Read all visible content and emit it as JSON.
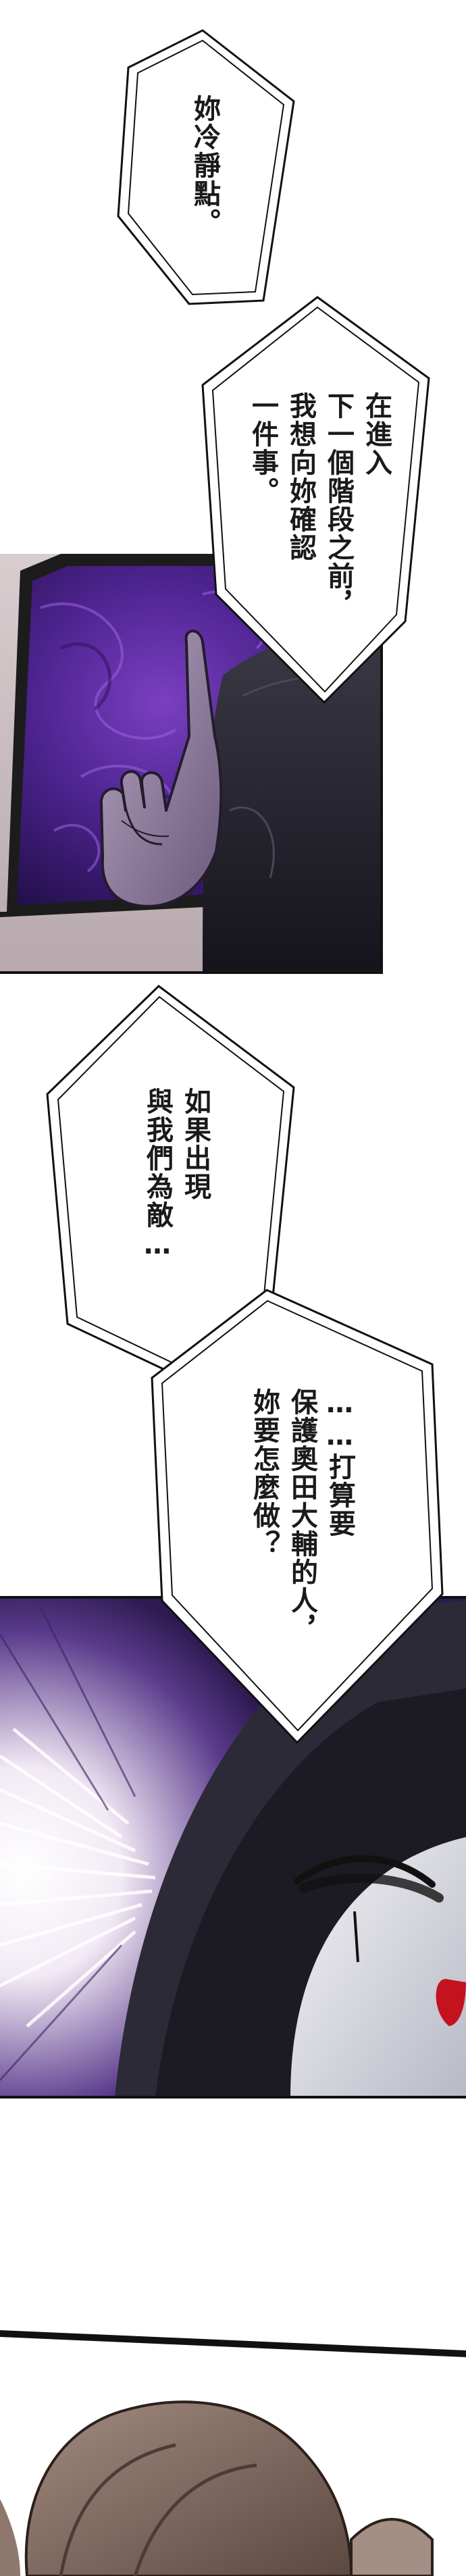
{
  "bubbles": [
    {
      "id": "calm",
      "lines": [
        "妳冷靜點。"
      ]
    },
    {
      "id": "ask",
      "lines": [
        "在進入",
        "下一個階段之前，",
        "我想向妳確認",
        "一件事。"
      ]
    },
    {
      "id": "enemy",
      "lines": [
        "如果出現",
        "與我們為敵…"
      ]
    },
    {
      "id": "protect",
      "lines": [
        "……打算要",
        "保護奧田大輔的人，",
        "妳要怎麼做？"
      ]
    }
  ],
  "colors": {
    "purple": "#5a2a9a",
    "frame": "#151515",
    "hood": "#2c2a36",
    "hair": "#8a6f64"
  }
}
